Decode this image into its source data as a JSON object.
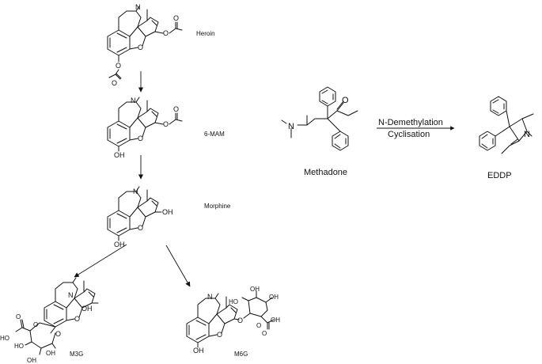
{
  "heroin_pathway": {
    "heroin": {
      "name": "Heroin",
      "atoms": [
        "N",
        "O",
        "O",
        "O",
        "O",
        "O"
      ]
    },
    "mam": {
      "name": "6-MAM",
      "atoms": [
        "N",
        "O",
        "O",
        "O",
        "OH"
      ]
    },
    "morphine": {
      "name": "Morphine",
      "atoms": [
        "N",
        "O",
        "OH",
        "OH"
      ]
    },
    "m3g": {
      "name": "M3G",
      "atoms": [
        "N",
        "O",
        "OH",
        "O",
        "HO",
        "O",
        "O",
        "OH",
        "HO",
        "OH"
      ]
    },
    "m6g": {
      "name": "M6G",
      "atoms": [
        "N",
        "O",
        "OH",
        "O",
        "O",
        "OH",
        "HO",
        "OH",
        "OH",
        "O"
      ]
    }
  },
  "methadone_pathway": {
    "methadone": {
      "name": "Methadone",
      "atoms": [
        "N",
        "O"
      ]
    },
    "reaction": {
      "line1": "N-Demethylation",
      "line2": "Cyclisation"
    },
    "eddp": {
      "name": "EDDP",
      "atoms": [
        "N"
      ]
    }
  }
}
